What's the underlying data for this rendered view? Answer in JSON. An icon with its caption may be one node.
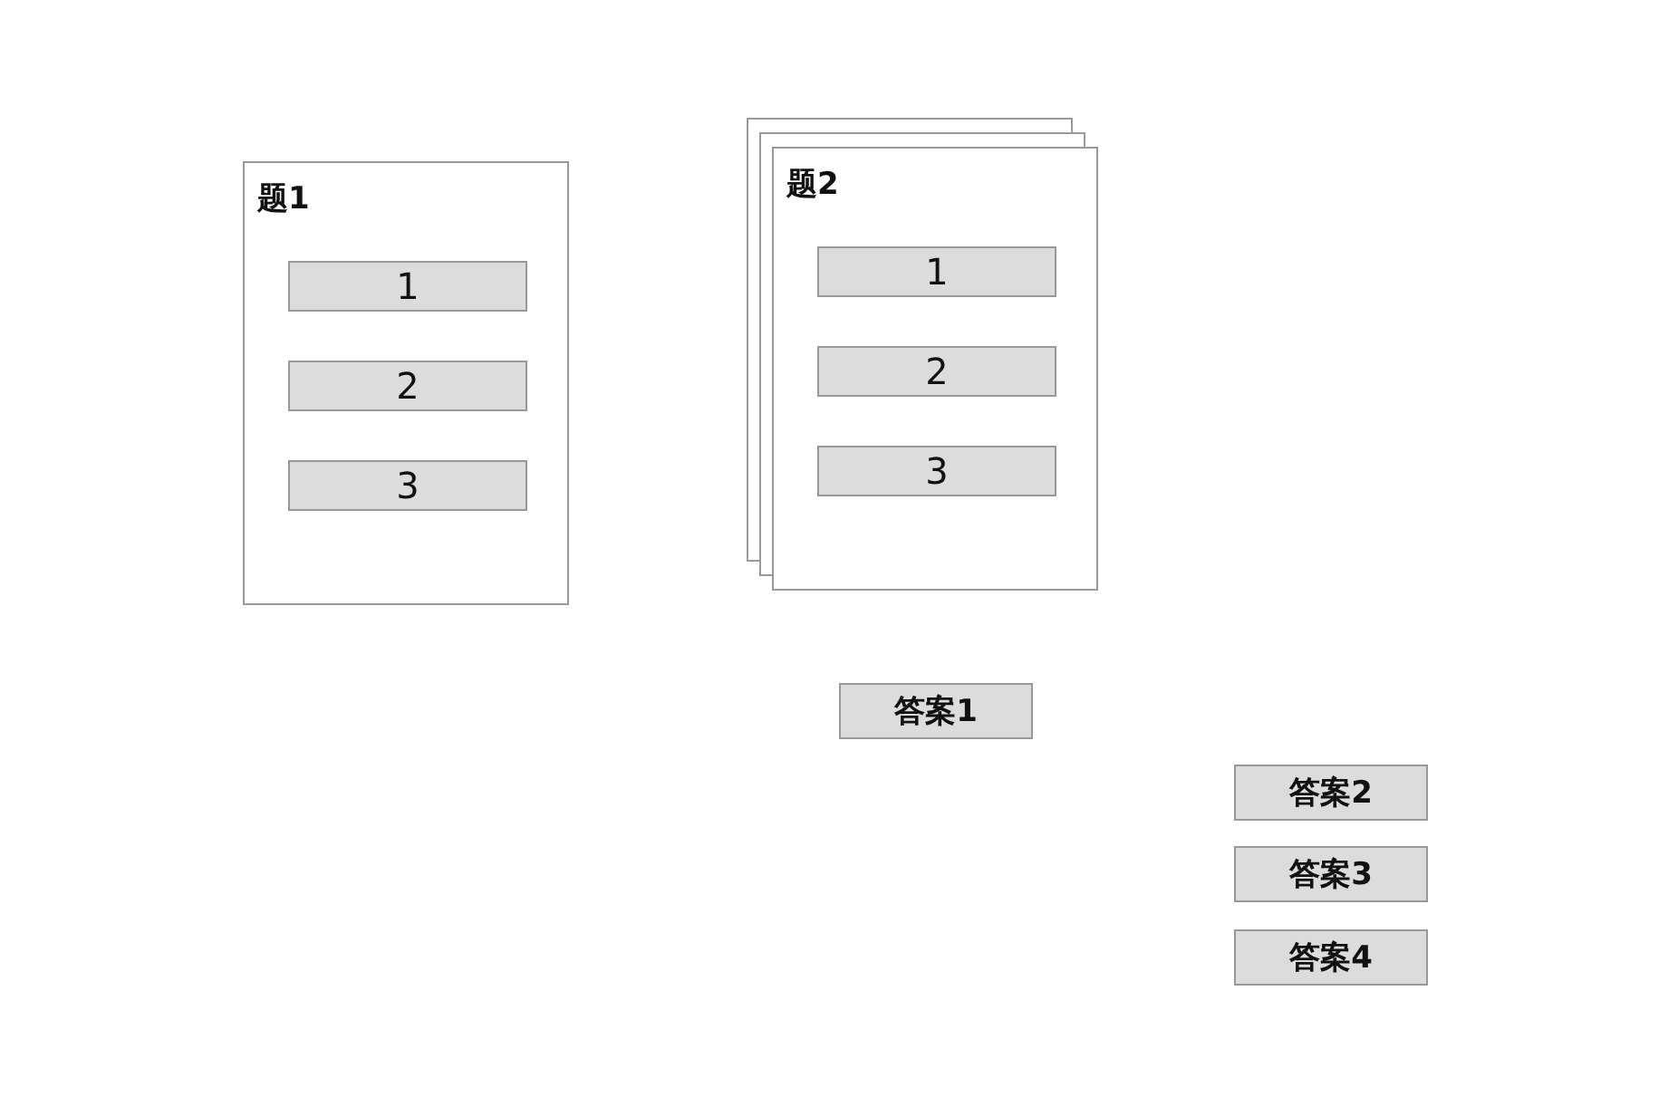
{
  "diagram": {
    "nodes": [
      {
        "text": [
          "题1"
        ]
      },
      {
        "text": [
          "1"
        ],
        "in": 0
      },
      {
        "text": [
          "2"
        ],
        "in": 0
      },
      {
        "text": [
          "3"
        ],
        "in": 0
      },
      {
        "text": [
          "题2"
        ]
      },
      {
        "text": [
          "1"
        ],
        "in": 4
      },
      {
        "text": [
          "2"
        ],
        "in": 4
      },
      {
        "text": [
          "3"
        ],
        "in": 4
      },
      {
        "text": [
          "答案1"
        ]
      },
      {
        "text": [
          "答案2"
        ]
      },
      {
        "text": [
          "答案3"
        ]
      },
      {
        "text": [
          "答案4"
        ]
      }
    ],
    "edges": []
  }
}
